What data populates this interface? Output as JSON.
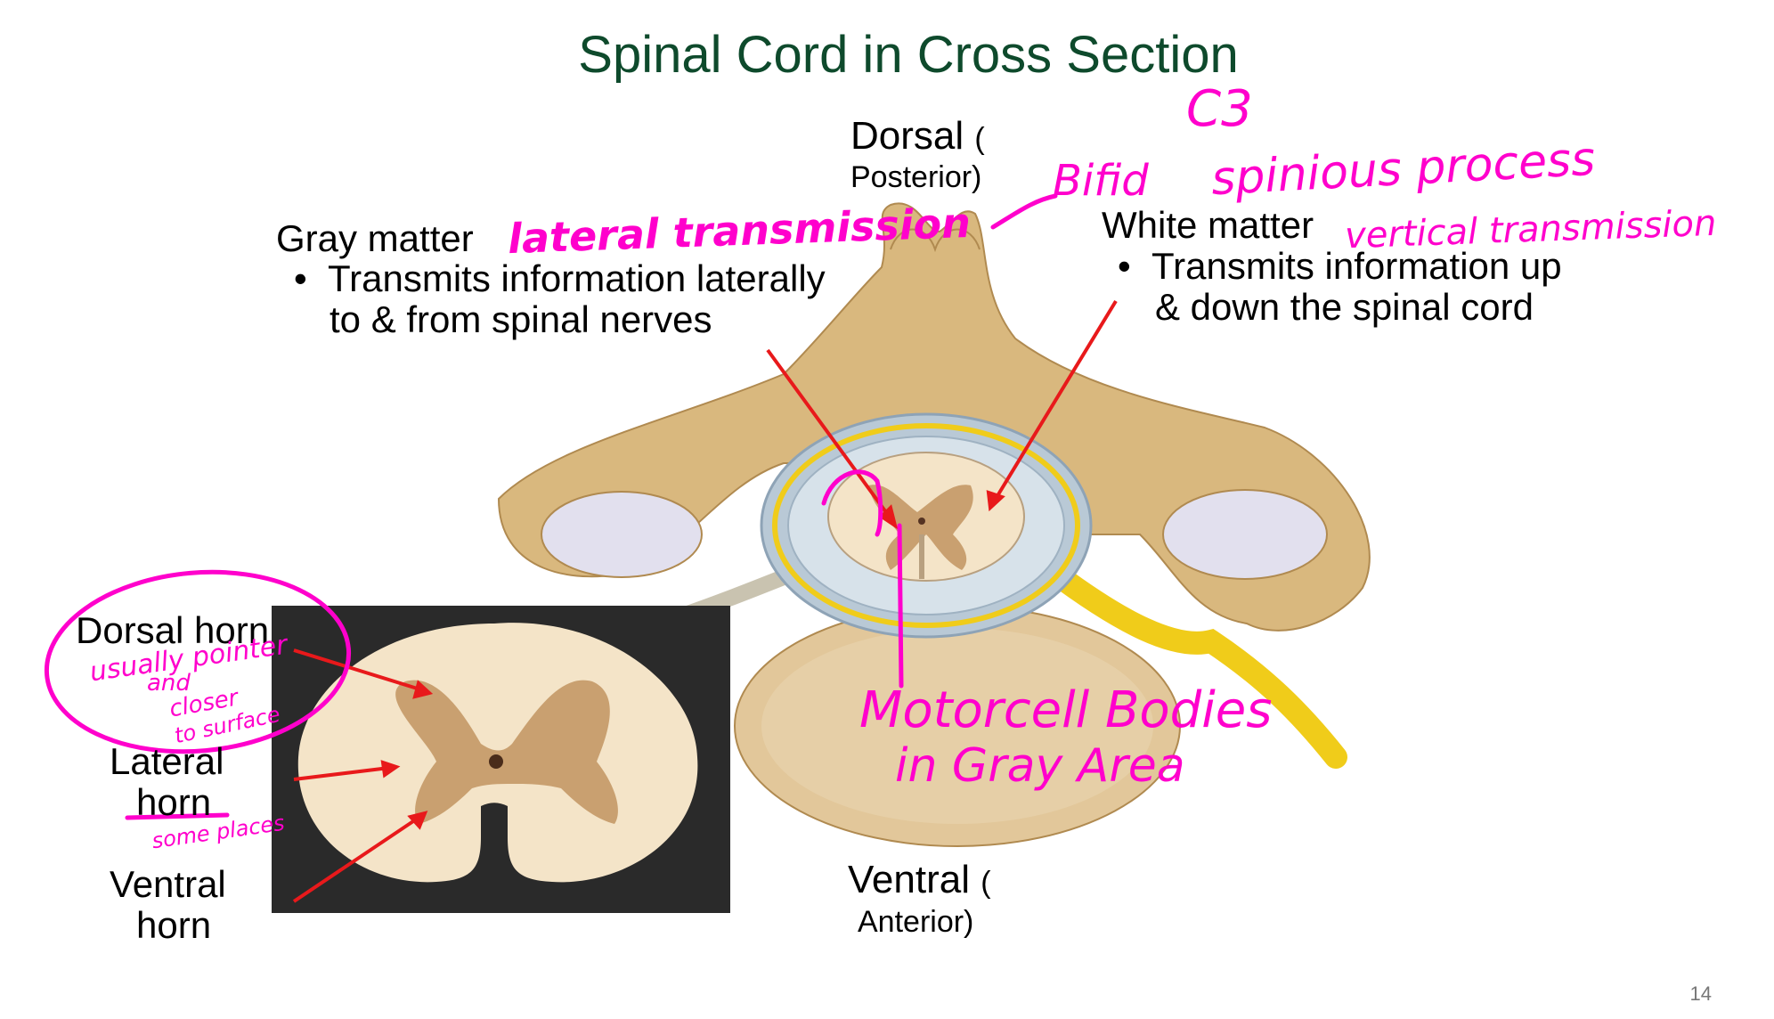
{
  "slide": {
    "title": "Spinal Cord in Cross Section",
    "page_number": "14"
  },
  "orientation": {
    "dorsal": "Dorsal",
    "dorsal_paren_open": "(",
    "dorsal_sub": "Posterior)",
    "ventral": "Ventral",
    "ventral_paren_open": "(",
    "ventral_sub": "Anterior)"
  },
  "gray_matter": {
    "heading": "Gray matter",
    "bullet_line1": "Transmits information laterally",
    "bullet_line2": "to & from spinal nerves"
  },
  "white_matter": {
    "heading": "White matter",
    "bullet_line1": "Transmits information up",
    "bullet_line2": "& down the spinal cord"
  },
  "horn_labels": {
    "dorsal": "Dorsal horn",
    "lateral_line1": "Lateral",
    "lateral_line2": "horn",
    "ventral_line1": "Ventral",
    "ventral_line2": "horn"
  },
  "handwritten": {
    "lateral_transmission": "lateral transmission",
    "vertical_transmission": "vertical transmission",
    "c3": "C3",
    "bifid": "Bifid",
    "spinous_process": "spinious process",
    "dorsal_note_1": "usually pointer",
    "dorsal_note_2": "and",
    "dorsal_note_3": "closer",
    "dorsal_note_4": "to surface",
    "lateral_note": "some places",
    "motor_line1": "Motorcell Bodies",
    "motor_line2": "in Gray Area"
  },
  "colors": {
    "title": "#0e4a2c",
    "ink": "#ff00cc",
    "arrow": "#e8191b",
    "bone": "#d9b87e",
    "gray_matter": "#c9a070",
    "white_matter": "#f4e4c8",
    "nerve": "#f0cc1a"
  }
}
